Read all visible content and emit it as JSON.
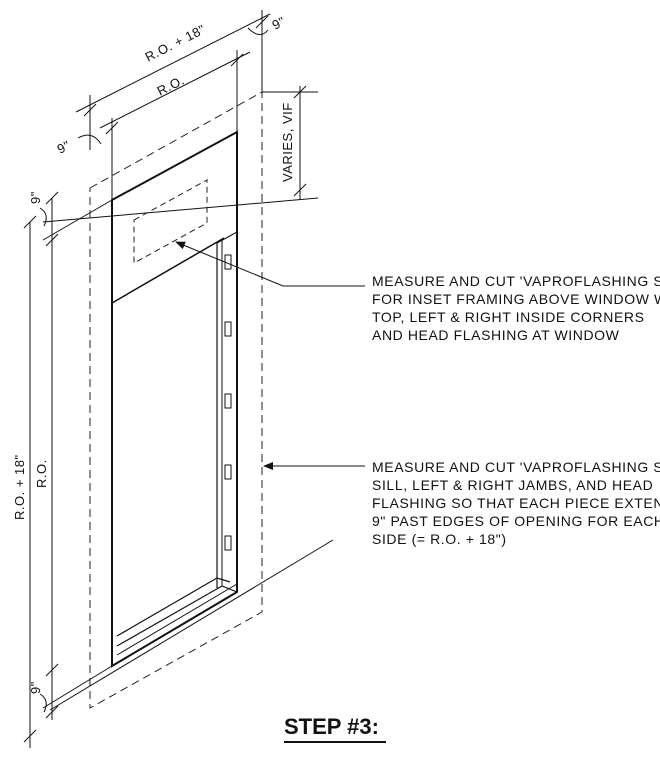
{
  "diagram": {
    "dimensions": {
      "top_overall": "R.O. + 18\"",
      "top_ro": "R.O.",
      "top_left_ext": "9\"",
      "top_right_ext": "9\"",
      "varies": "VARIES, VIF",
      "left_overall": "R.O. + 18\"",
      "left_ro": "R.O.",
      "left_top_ext": "9\"",
      "left_bottom_ext": "9\""
    },
    "notes": {
      "note1": [
        "MEASURE AND CUT 'VAPROFLASHING SA'",
        "FOR INSET FRAMING ABOVE WINDOW WITH",
        "TOP, LEFT & RIGHT INSIDE CORNERS",
        "AND HEAD FLASHING AT WINDOW"
      ],
      "note2": [
        "MEASURE AND CUT 'VAPROFLASHING SA'",
        "SILL, LEFT & RIGHT JAMBS, AND HEAD",
        "FLASHING SO THAT EACH PIECE EXTENDS",
        "9\" PAST EDGES OF OPENING FOR EACH",
        "SIDE (= R.O. + 18\")"
      ]
    },
    "title": "STEP #3:"
  }
}
